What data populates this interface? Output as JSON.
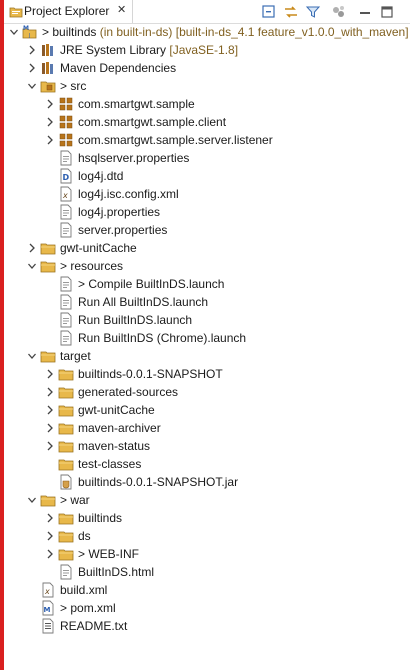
{
  "tab": {
    "title": "Project Explorer",
    "close_glyph": "✕"
  },
  "toolbar": {
    "buttons": [
      {
        "name": "collapse-all-icon"
      },
      {
        "name": "link-with-editor-icon"
      },
      {
        "name": "filter-icon"
      },
      {
        "name": "view-menu-icon"
      },
      {
        "name": "minimize-icon"
      },
      {
        "name": "maximize-icon"
      }
    ]
  },
  "colors": {
    "folder": "#e8b84a",
    "package": "#b8741a",
    "decoration": "#806020",
    "accent": "#d92020"
  },
  "tree": [
    {
      "depth": 0,
      "expand": "open",
      "icon": "project-icon",
      "prefix": "> ",
      "label": "builtinds",
      "decoration": " (in built-in-ds) [built-in-ds_4.1 feature_v1.0.0_with_maven]"
    },
    {
      "depth": 1,
      "expand": "closed",
      "icon": "library-icon",
      "label": "JRE System Library",
      "decoration": " [JavaSE-1.8]"
    },
    {
      "depth": 1,
      "expand": "closed",
      "icon": "library-icon",
      "label": "Maven Dependencies"
    },
    {
      "depth": 1,
      "expand": "open",
      "icon": "source-folder-icon",
      "prefix": "> ",
      "label": "src"
    },
    {
      "depth": 2,
      "expand": "closed",
      "icon": "package-icon",
      "label": "com.smartgwt.sample"
    },
    {
      "depth": 2,
      "expand": "closed",
      "icon": "package-icon",
      "label": "com.smartgwt.sample.client"
    },
    {
      "depth": 2,
      "expand": "closed",
      "icon": "package-icon",
      "label": "com.smartgwt.sample.server.listener"
    },
    {
      "depth": 2,
      "expand": "none",
      "icon": "file-icon",
      "label": "hsqlserver.properties"
    },
    {
      "depth": 2,
      "expand": "none",
      "icon": "dtd-file-icon",
      "label": "log4j.dtd"
    },
    {
      "depth": 2,
      "expand": "none",
      "icon": "xml-file-icon",
      "label": "log4j.isc.config.xml"
    },
    {
      "depth": 2,
      "expand": "none",
      "icon": "file-icon",
      "label": "log4j.properties"
    },
    {
      "depth": 2,
      "expand": "none",
      "icon": "file-icon",
      "label": "server.properties"
    },
    {
      "depth": 1,
      "expand": "closed",
      "icon": "folder-icon",
      "label": "gwt-unitCache"
    },
    {
      "depth": 1,
      "expand": "open",
      "icon": "folder-icon",
      "prefix": "> ",
      "label": "resources"
    },
    {
      "depth": 2,
      "expand": "none",
      "icon": "file-icon",
      "prefix": "> ",
      "label": "Compile BuiltInDS.launch"
    },
    {
      "depth": 2,
      "expand": "none",
      "icon": "file-icon",
      "label": "Run All BuiltInDS.launch"
    },
    {
      "depth": 2,
      "expand": "none",
      "icon": "file-icon",
      "label": "Run BuiltInDS.launch"
    },
    {
      "depth": 2,
      "expand": "none",
      "icon": "file-icon",
      "label": "Run BuiltInDS (Chrome).launch"
    },
    {
      "depth": 1,
      "expand": "open",
      "icon": "folder-icon",
      "label": "target"
    },
    {
      "depth": 2,
      "expand": "closed",
      "icon": "folder-icon",
      "label": "builtinds-0.0.1-SNAPSHOT"
    },
    {
      "depth": 2,
      "expand": "closed",
      "icon": "folder-icon",
      "label": "generated-sources"
    },
    {
      "depth": 2,
      "expand": "closed",
      "icon": "folder-icon",
      "label": "gwt-unitCache"
    },
    {
      "depth": 2,
      "expand": "closed",
      "icon": "folder-icon",
      "label": "maven-archiver"
    },
    {
      "depth": 2,
      "expand": "closed",
      "icon": "folder-icon",
      "label": "maven-status"
    },
    {
      "depth": 2,
      "expand": "none",
      "icon": "folder-icon",
      "label": "test-classes"
    },
    {
      "depth": 2,
      "expand": "none",
      "icon": "jar-file-icon",
      "label": "builtinds-0.0.1-SNAPSHOT.jar"
    },
    {
      "depth": 1,
      "expand": "open",
      "icon": "folder-icon",
      "prefix": "> ",
      "label": "war"
    },
    {
      "depth": 2,
      "expand": "closed",
      "icon": "folder-icon",
      "label": "builtinds"
    },
    {
      "depth": 2,
      "expand": "closed",
      "icon": "folder-icon",
      "label": "ds"
    },
    {
      "depth": 2,
      "expand": "closed",
      "icon": "folder-icon",
      "prefix": "> ",
      "label": "WEB-INF"
    },
    {
      "depth": 2,
      "expand": "none",
      "icon": "file-icon",
      "label": "BuiltInDS.html"
    },
    {
      "depth": 1,
      "expand": "none",
      "icon": "xml-file-icon",
      "label": "build.xml"
    },
    {
      "depth": 1,
      "expand": "none",
      "icon": "maven-pom-icon",
      "prefix": "> ",
      "label": "pom.xml"
    },
    {
      "depth": 1,
      "expand": "none",
      "icon": "text-file-icon",
      "label": "README.txt"
    }
  ]
}
